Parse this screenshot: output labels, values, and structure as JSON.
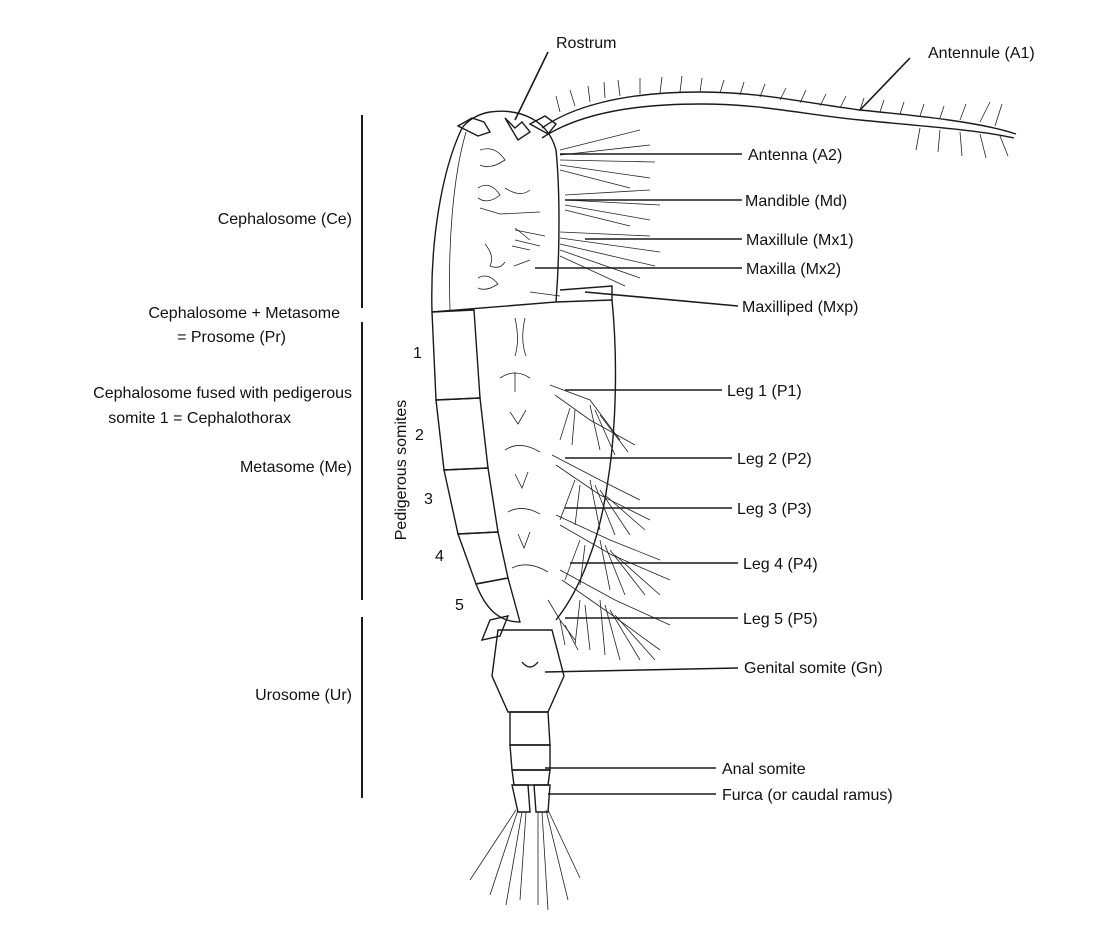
{
  "colors": {
    "ink": "#1a1a1a",
    "background": "#ffffff"
  },
  "labels": {
    "rostrum": "Rostrum",
    "antennule": "Antennule (A1)",
    "antenna": "Antenna (A2)",
    "mandible": "Mandible (Md)",
    "maxillule": "Maxillule (Mx1)",
    "maxilla": "Maxilla (Mx2)",
    "maxilliped": "Maxilliped (Mxp)",
    "leg1": "Leg 1 (P1)",
    "leg2": "Leg 2 (P2)",
    "leg3": "Leg 3 (P3)",
    "leg4": "Leg 4 (P4)",
    "leg5": "Leg 5 (P5)",
    "genital": "Genital somite (Gn)",
    "anal": "Anal somite",
    "furca": "Furca (or caudal ramus)"
  },
  "regions": {
    "cephalosome": "Cephalosome (Ce)",
    "prosome_line1": "Cephalosome + Metasome",
    "prosome_line2": "= Prosome (Pr)",
    "cephalothorax_line1": "Cephalosome fused with pedigerous",
    "cephalothorax_line2": "somite 1 = Cephalothorax",
    "metasome": "Metasome (Me)",
    "urosome": "Urosome (Ur)",
    "pedigerous": "Pedigerous somites"
  },
  "somite_numbers": [
    "1",
    "2",
    "3",
    "4",
    "5"
  ]
}
